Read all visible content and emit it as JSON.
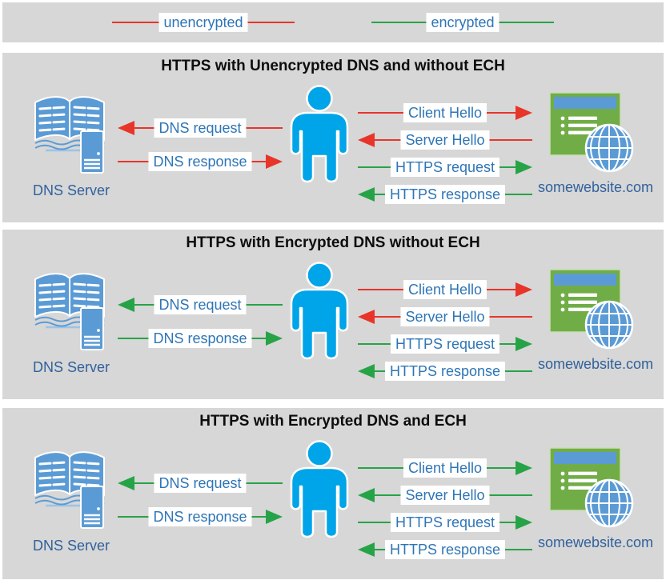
{
  "legend": {
    "items": [
      {
        "label": "unencrypted",
        "color": "#e8352a"
      },
      {
        "label": "encrypted",
        "color": "#27a347"
      }
    ]
  },
  "colors": {
    "unencrypted": "#e8352a",
    "encrypted": "#27a347",
    "panel_background": "#d7d7d7",
    "arrow_label_text": "#2e75b6",
    "caption_text": "#31619c",
    "title_text": "#0d0d0d",
    "person_blue": "#00a4e8",
    "office_blue": "#5b9bd5",
    "window_green": "#71ad47"
  },
  "panels": [
    {
      "title": "HTTPS with Unencrypted DNS and without ECH",
      "dns_server_label": "DNS Server",
      "website_label": "somewebsite.com",
      "left_arrows": [
        {
          "label": "DNS request",
          "direction": "left",
          "encrypted": false
        },
        {
          "label": "DNS response",
          "direction": "right",
          "encrypted": false
        }
      ],
      "right_arrows": [
        {
          "label": "Client Hello",
          "direction": "right",
          "encrypted": false
        },
        {
          "label": "Server Hello",
          "direction": "left",
          "encrypted": false
        },
        {
          "label": "HTTPS request",
          "direction": "right",
          "encrypted": true
        },
        {
          "label": "HTTPS response",
          "direction": "left",
          "encrypted": true
        }
      ]
    },
    {
      "title": "HTTPS with Encrypted DNS without ECH",
      "dns_server_label": "DNS Server",
      "website_label": "somewebsite.com",
      "left_arrows": [
        {
          "label": "DNS request",
          "direction": "left",
          "encrypted": true
        },
        {
          "label": "DNS response",
          "direction": "right",
          "encrypted": true
        }
      ],
      "right_arrows": [
        {
          "label": "Client Hello",
          "direction": "right",
          "encrypted": false
        },
        {
          "label": "Server Hello",
          "direction": "left",
          "encrypted": false
        },
        {
          "label": "HTTPS request",
          "direction": "right",
          "encrypted": true
        },
        {
          "label": "HTTPS response",
          "direction": "left",
          "encrypted": true
        }
      ]
    },
    {
      "title": "HTTPS with Encrypted DNS and ECH",
      "dns_server_label": "DNS Server",
      "website_label": "somewebsite.com",
      "left_arrows": [
        {
          "label": "DNS request",
          "direction": "left",
          "encrypted": true
        },
        {
          "label": "DNS response",
          "direction": "right",
          "encrypted": true
        }
      ],
      "right_arrows": [
        {
          "label": "Client Hello",
          "direction": "right",
          "encrypted": true
        },
        {
          "label": "Server Hello",
          "direction": "left",
          "encrypted": true
        },
        {
          "label": "HTTPS request",
          "direction": "right",
          "encrypted": true
        },
        {
          "label": "HTTPS response",
          "direction": "left",
          "encrypted": true
        }
      ]
    }
  ]
}
